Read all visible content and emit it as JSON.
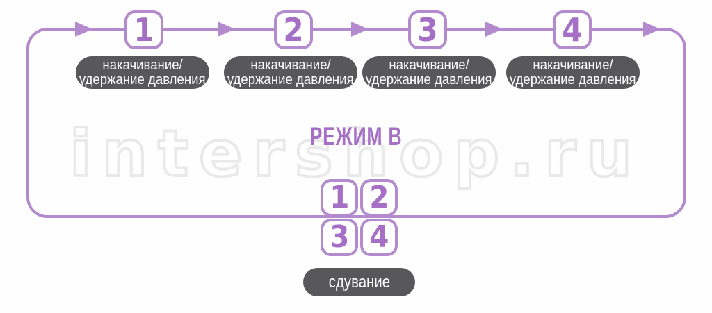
{
  "watermark": {
    "text": "intershop.ru"
  },
  "mode": {
    "label": "РЕЖИМ В"
  },
  "steps": [
    {
      "number": "1",
      "label_line1": "накачивание/",
      "label_line2": "удержание давления"
    },
    {
      "number": "2",
      "label_line1": "накачивание/",
      "label_line2": "удержание давления"
    },
    {
      "number": "3",
      "label_line1": "накачивание/",
      "label_line2": "удержание давления"
    },
    {
      "number": "4",
      "label_line1": "накачивание/",
      "label_line2": "удержание давления"
    }
  ],
  "grid": {
    "numbers": [
      "1",
      "2",
      "3",
      "4"
    ]
  },
  "deflate": {
    "label": "сдувание"
  },
  "colors": {
    "purple_line": "#b48ace",
    "purple_glyph": "#a56fc6",
    "pill_bg": "#58585a",
    "pill_text": "#ffffff",
    "watermark_stroke": "#e9e9e9",
    "background": "#fefefe"
  }
}
